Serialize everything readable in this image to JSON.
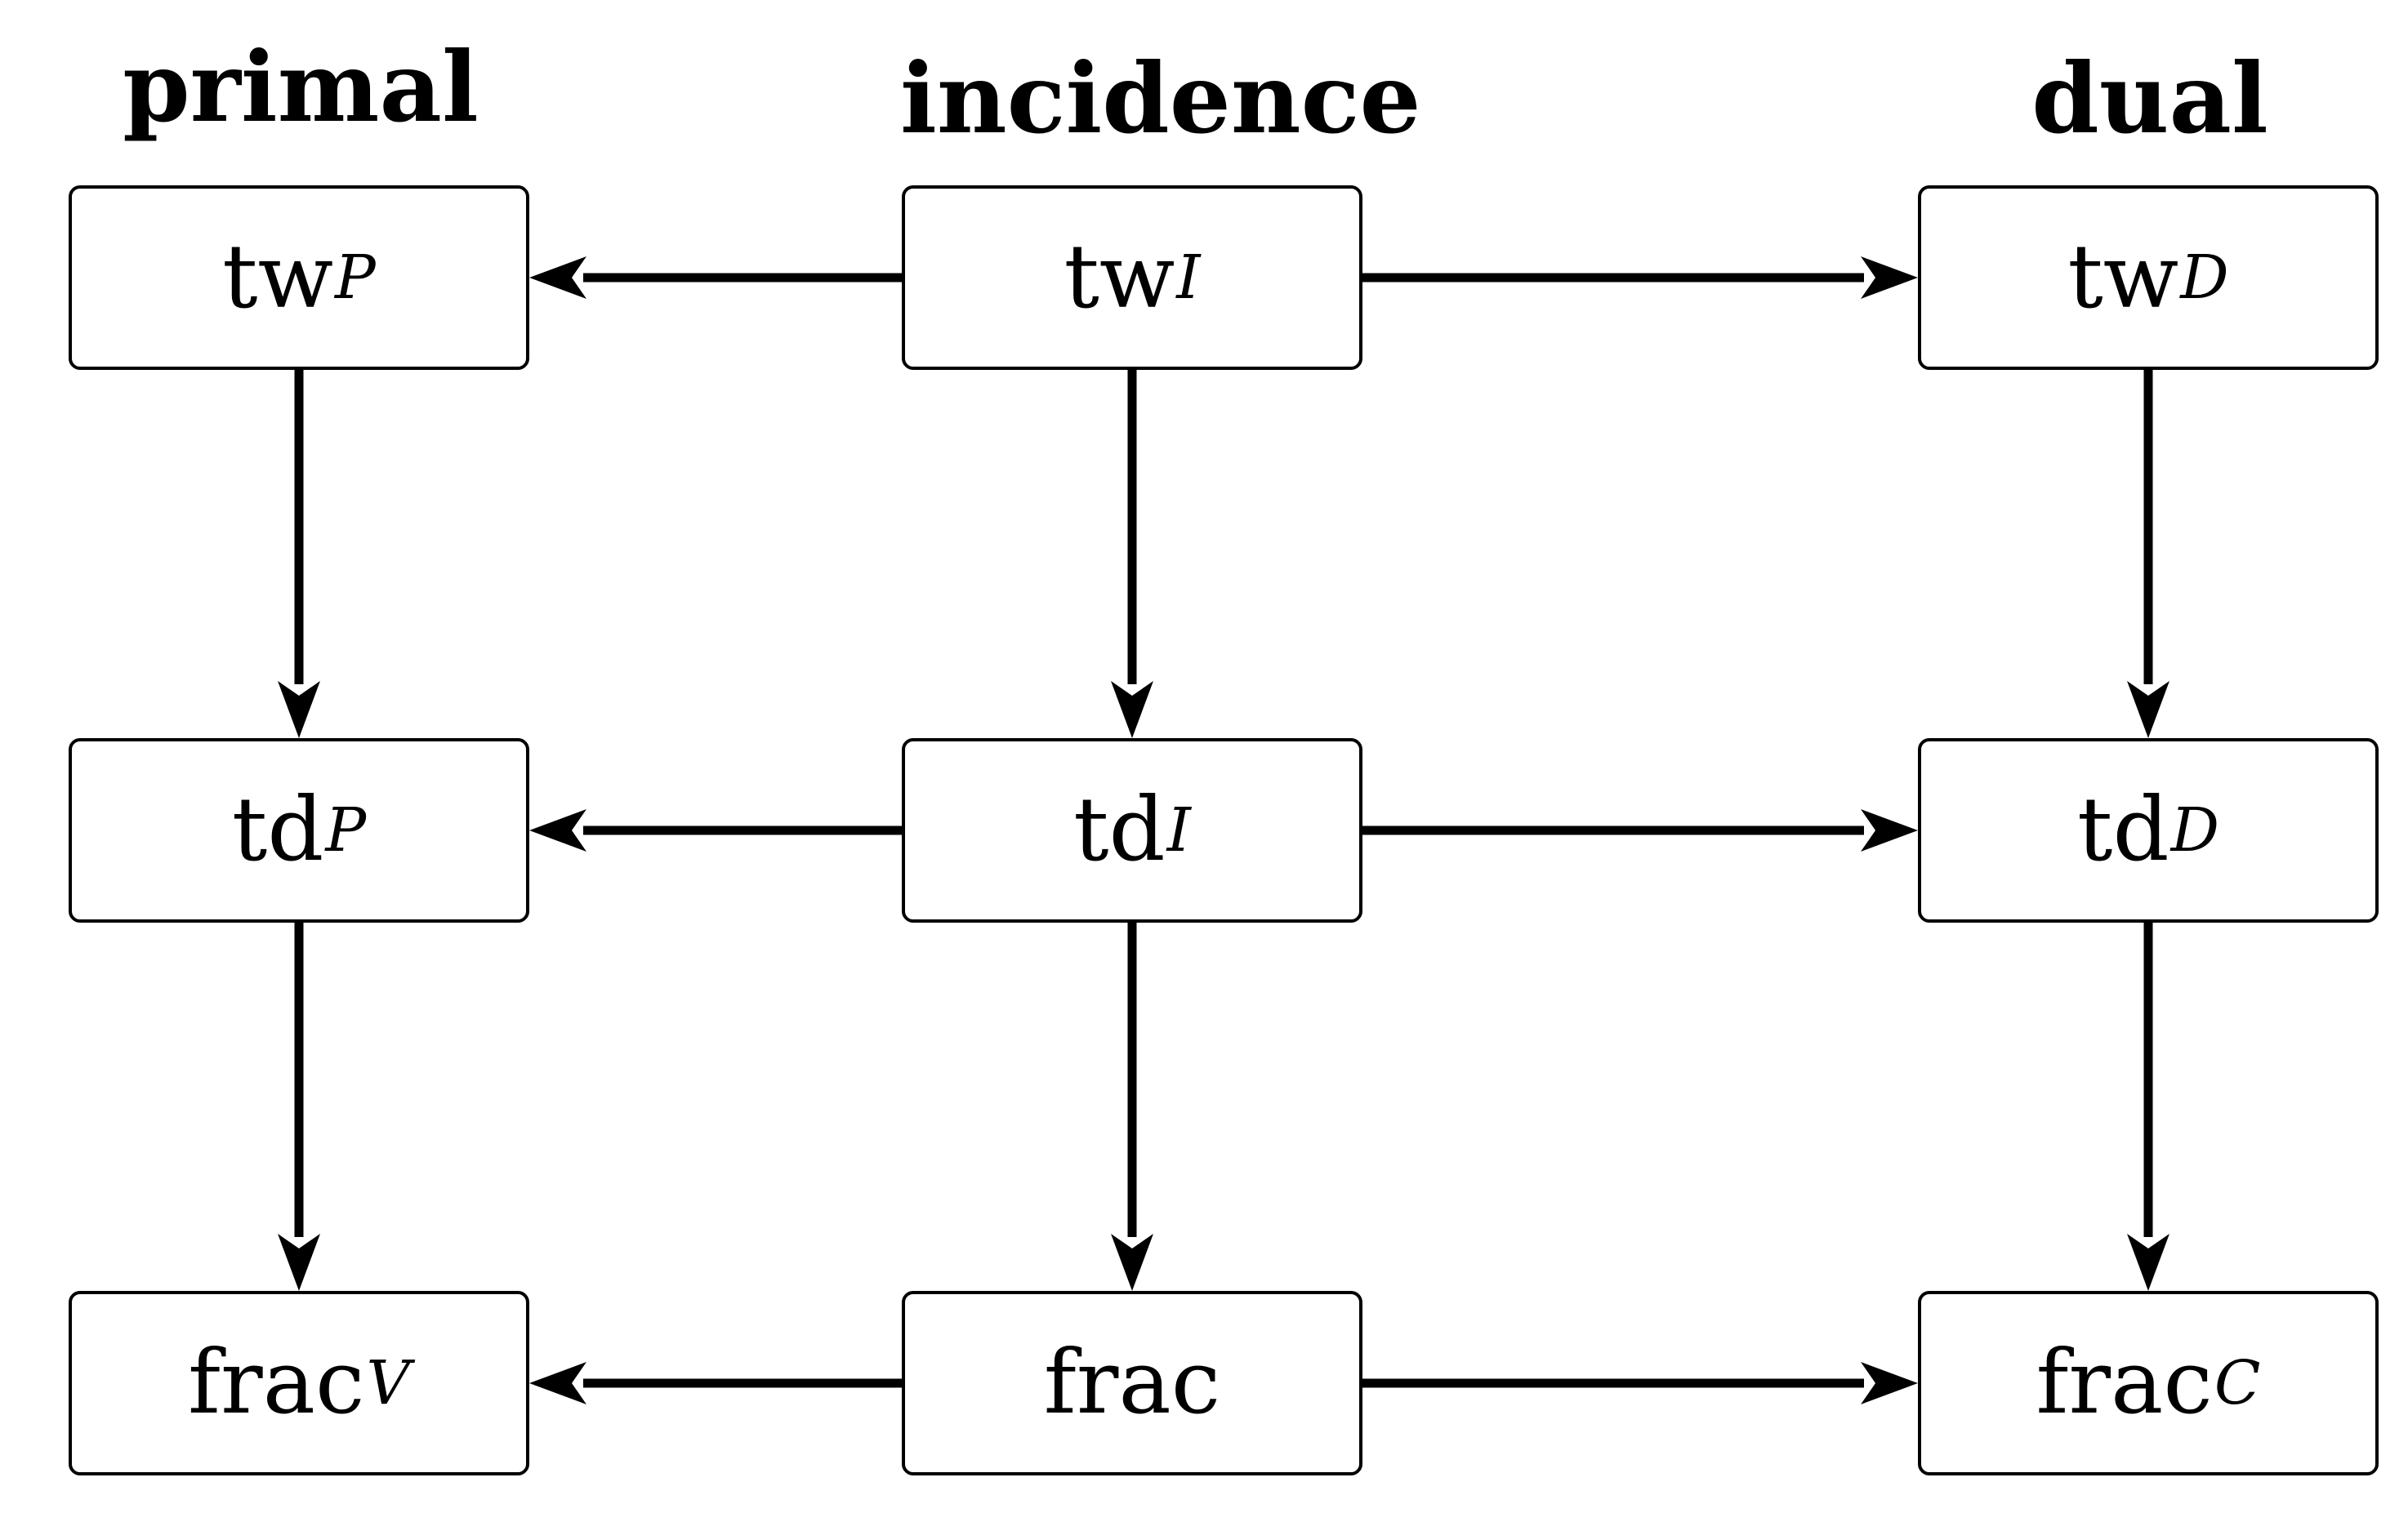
{
  "headers": {
    "primal": "primal",
    "incidence": "incidence",
    "dual": "dual"
  },
  "nodes": {
    "tw_p": {
      "base": "tw",
      "sub": "P"
    },
    "tw_i": {
      "base": "tw",
      "sub": "I"
    },
    "tw_d": {
      "base": "tw",
      "sub": "D"
    },
    "td_p": {
      "base": "td",
      "sub": "P"
    },
    "td_i": {
      "base": "td",
      "sub": "I"
    },
    "td_d": {
      "base": "td",
      "sub": "D"
    },
    "frac_v": {
      "base": "frac",
      "sub": "V"
    },
    "frac": {
      "base": "frac",
      "sub": ""
    },
    "frac_c": {
      "base": "frac",
      "sub": "C"
    }
  },
  "edges": [
    {
      "from": "tw_i",
      "to": "tw_p"
    },
    {
      "from": "tw_i",
      "to": "tw_d"
    },
    {
      "from": "td_i",
      "to": "td_p"
    },
    {
      "from": "td_i",
      "to": "td_d"
    },
    {
      "from": "frac",
      "to": "frac_v"
    },
    {
      "from": "frac",
      "to": "frac_c"
    },
    {
      "from": "tw_p",
      "to": "td_p"
    },
    {
      "from": "tw_i",
      "to": "td_i"
    },
    {
      "from": "tw_d",
      "to": "td_d"
    },
    {
      "from": "td_p",
      "to": "frac_v"
    },
    {
      "from": "td_i",
      "to": "frac"
    },
    {
      "from": "td_d",
      "to": "frac_c"
    }
  ]
}
